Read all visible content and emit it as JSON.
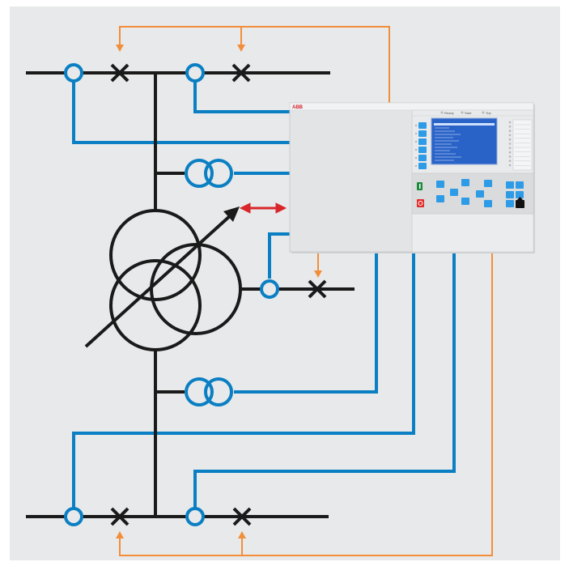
{
  "colors": {
    "background": "#e8e9ea",
    "black_line": "#1a1a1a",
    "blue_line": "#0a7fc3",
    "orange_line": "#f28e3a",
    "red_arrow": "#d9262b",
    "ied_body": "#e2e4e5",
    "ied_border": "#c8cacc",
    "lcd_blue": "#2a63c7",
    "key_blue": "#2e9be6",
    "close_green": "#1c8a3b",
    "open_red": "#e22a2a",
    "brand_red": "#d4202a"
  },
  "icons": {
    "breaker": "x-cross-breaker-icon",
    "current_transformer": "circle-ct-icon",
    "voltage_transformer": "double-circle-vt-icon",
    "power_transformer": "three-winding-transformer-icon",
    "communication": "double-headed-arrow-icon"
  },
  "ied": {
    "brand": "ABB",
    "status_leds": [
      "Ready",
      "Start",
      "Trip"
    ]
  }
}
